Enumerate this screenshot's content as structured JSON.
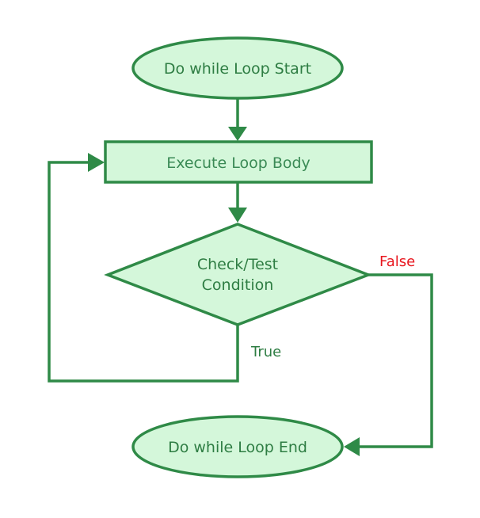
{
  "colors": {
    "stroke": "#2f8a47",
    "fill": "#d4f7da",
    "text": "#2e7d43",
    "true_label": "#2e7d43",
    "false_label": "#e8161e"
  },
  "nodes": {
    "start": {
      "label": "Do while Loop Start"
    },
    "body": {
      "label": "Execute Loop Body"
    },
    "condition": {
      "line1": "Check/Test",
      "line2": "Condition"
    },
    "end": {
      "label": "Do while Loop End"
    }
  },
  "edges": {
    "true_label": "True",
    "false_label": "False"
  }
}
